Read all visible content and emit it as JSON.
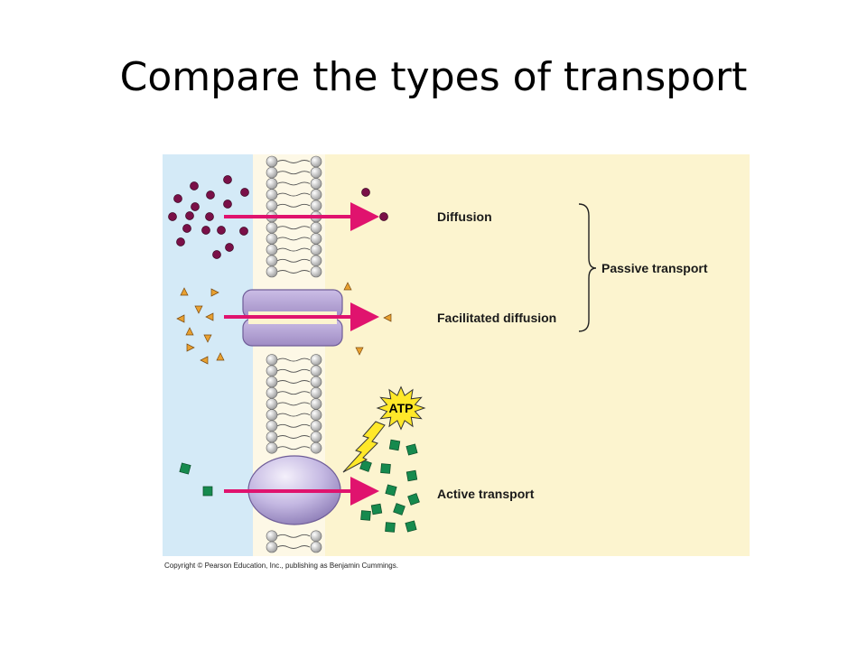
{
  "slide": {
    "title": "Compare the types of transport"
  },
  "diagram": {
    "labels": {
      "diffusion": "Diffusion",
      "facilitated": "Facilitated diffusion",
      "active": "Active transport",
      "passive": "Passive transport",
      "atp": "ATP"
    },
    "colors": {
      "outside_bg": "#d4eaf7",
      "inside_bg": "#fcf4cf",
      "arrow": "#e0136e",
      "molecule_circle": "#7a1048",
      "molecule_triangle": "#e8a030",
      "molecule_square": "#168a4e",
      "channel_protein": "#b7a6d4",
      "carrier_protein": "#b5a8d8",
      "atp_burst": "#ffe829"
    }
  },
  "footer": {
    "copyright": "Copyright © Pearson Education, Inc., publishing as Benjamin Cummings."
  }
}
